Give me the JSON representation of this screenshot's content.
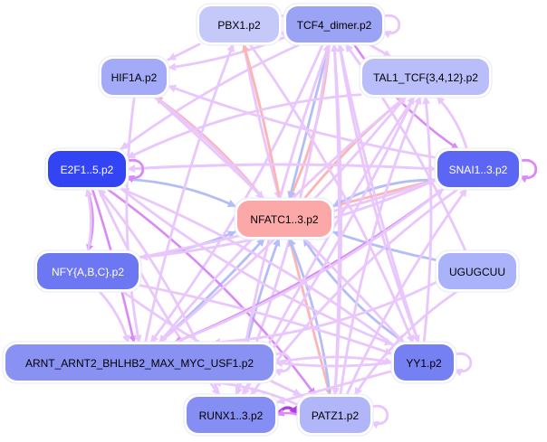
{
  "diagram": {
    "type": "network",
    "colors": {
      "edge_violet": "#e9c6fb",
      "edge_violet_strong": "#d98af5",
      "edge_violet_dark": "#b43ce0",
      "edge_blue": "#b4bef6",
      "edge_red": "#fdb4b4",
      "node_border": "#e7e7f8"
    },
    "nodes": [
      {
        "id": "PBX1",
        "label": "PBX1.p2",
        "fill": "#c4c9fa",
        "text_color": "#000000"
      },
      {
        "id": "TCF4",
        "label": "TCF4_dimer.p2",
        "fill": "#9ba3f4",
        "text_color": "#000000"
      },
      {
        "id": "HIF1A",
        "label": "HIF1A.p2",
        "fill": "#a3aaf7",
        "text_color": "#000000"
      },
      {
        "id": "TAL1",
        "label": "TAL1_TCF{3,4,12}.p2",
        "fill": "#b9befa",
        "text_color": "#000000"
      },
      {
        "id": "E2F",
        "label": "E2F1..5.p2",
        "fill": "#3344f4",
        "text_color": "#ffffff"
      },
      {
        "id": "SNAI",
        "label": "SNAI1..3.p2",
        "fill": "#5b67f4",
        "text_color": "#ffffff"
      },
      {
        "id": "NFATC",
        "label": "NFATC1..3.p2",
        "fill": "#fda8a8",
        "text_color": "#000000"
      },
      {
        "id": "NFY",
        "label": "NFY{A,B,C}.p2",
        "fill": "#6d77f2",
        "text_color": "#ffffff"
      },
      {
        "id": "UGUG",
        "label": "UGUGCUU",
        "fill": "#aab2f9",
        "text_color": "#000000"
      },
      {
        "id": "ARNT",
        "label": "ARNT_ARNT2_BHLHB2_MAX_MYC_USF1.p2",
        "fill": "#8991f3",
        "text_color": "#000000"
      },
      {
        "id": "YY1",
        "label": "YY1.p2",
        "fill": "#7580f2",
        "text_color": "#000000"
      },
      {
        "id": "RUNX",
        "label": "RUNX1..3.p2",
        "fill": "#858ef3",
        "text_color": "#000000"
      },
      {
        "id": "PATZ",
        "label": "PATZ1.p2",
        "fill": "#b0b6f8",
        "text_color": "#000000"
      }
    ],
    "edges": [
      {
        "from": "TCF4",
        "to": "NFATC",
        "color": "edge_red"
      },
      {
        "from": "PBX1",
        "to": "NFATC",
        "color": "edge_violet"
      },
      {
        "from": "TCF4",
        "to": "HIF1A",
        "color": "edge_violet"
      },
      {
        "from": "TCF4",
        "to": "E2F",
        "color": "edge_violet"
      },
      {
        "from": "TCF4",
        "to": "TAL1",
        "color": "edge_violet"
      },
      {
        "from": "TCF4",
        "to": "NFATC",
        "color": "edge_blue"
      },
      {
        "from": "TCF4",
        "to": "ARNT",
        "color": "edge_violet"
      },
      {
        "from": "TCF4",
        "to": "YY1",
        "color": "edge_violet"
      },
      {
        "from": "TCF4",
        "to": "PATZ",
        "color": "edge_violet"
      },
      {
        "from": "TCF4",
        "to": "SNAI",
        "color": "edge_violet_strong"
      },
      {
        "from": "TCF4",
        "to": "RUNX",
        "color": "edge_violet"
      },
      {
        "from": "NFATC",
        "to": "PBX1",
        "color": "edge_red"
      },
      {
        "from": "NFATC",
        "to": "TAL1",
        "color": "edge_red"
      },
      {
        "from": "NFATC",
        "to": "HIF1A",
        "color": "edge_red"
      },
      {
        "from": "NFATC",
        "to": "SNAI",
        "color": "edge_red"
      },
      {
        "from": "NFATC",
        "to": "PATZ",
        "color": "edge_red"
      },
      {
        "from": "E2F",
        "to": "NFATC",
        "color": "edge_blue"
      },
      {
        "from": "NFY",
        "to": "NFATC",
        "color": "edge_blue"
      },
      {
        "from": "UGUG",
        "to": "NFATC",
        "color": "edge_blue"
      },
      {
        "from": "SNAI",
        "to": "NFATC",
        "color": "edge_blue"
      },
      {
        "from": "YY1",
        "to": "NFATC",
        "color": "edge_blue"
      },
      {
        "from": "ARNT",
        "to": "NFATC",
        "color": "edge_blue"
      },
      {
        "from": "RUNX",
        "to": "NFATC",
        "color": "edge_blue"
      },
      {
        "from": "PATZ",
        "to": "NFATC",
        "color": "edge_blue"
      },
      {
        "from": "E2F",
        "to": "SNAI",
        "color": "edge_violet"
      },
      {
        "from": "SNAI",
        "to": "E2F",
        "color": "edge_violet"
      },
      {
        "from": "E2F",
        "to": "NFY",
        "color": "edge_violet_strong"
      },
      {
        "from": "NFY",
        "to": "E2F",
        "color": "edge_violet"
      },
      {
        "from": "E2F",
        "to": "ARNT",
        "color": "edge_violet_strong"
      },
      {
        "from": "E2F",
        "to": "YY1",
        "color": "edge_violet"
      },
      {
        "from": "E2F",
        "to": "PATZ",
        "color": "edge_violet_strong"
      },
      {
        "from": "E2F",
        "to": "RUNX",
        "color": "edge_violet"
      },
      {
        "from": "NFY",
        "to": "ARNT",
        "color": "edge_violet"
      },
      {
        "from": "NFY",
        "to": "PATZ",
        "color": "edge_violet"
      },
      {
        "from": "NFY",
        "to": "YY1",
        "color": "edge_violet"
      },
      {
        "from": "NFY",
        "to": "SNAI",
        "color": "edge_violet"
      },
      {
        "from": "SNAI",
        "to": "ARNT",
        "color": "edge_violet_strong"
      },
      {
        "from": "SNAI",
        "to": "TAL1",
        "color": "edge_violet"
      },
      {
        "from": "SNAI",
        "to": "HIF1A",
        "color": "edge_violet"
      },
      {
        "from": "SNAI",
        "to": "RUNX",
        "color": "edge_violet"
      },
      {
        "from": "SNAI",
        "to": "NFY",
        "color": "edge_violet"
      },
      {
        "from": "YY1",
        "to": "TAL1",
        "color": "edge_violet"
      },
      {
        "from": "YY1",
        "to": "ARNT",
        "color": "edge_violet"
      },
      {
        "from": "YY1",
        "to": "E2F",
        "color": "edge_violet"
      },
      {
        "from": "YY1",
        "to": "TCF4",
        "color": "edge_violet"
      },
      {
        "from": "YY1",
        "to": "RUNX",
        "color": "edge_violet"
      },
      {
        "from": "ARNT",
        "to": "YY1",
        "color": "edge_violet"
      },
      {
        "from": "ARNT",
        "to": "TAL1",
        "color": "edge_violet"
      },
      {
        "from": "ARNT",
        "to": "PBX1",
        "color": "edge_violet"
      },
      {
        "from": "ARNT",
        "to": "SNAI",
        "color": "edge_violet"
      },
      {
        "from": "RUNX",
        "to": "PATZ",
        "color": "edge_violet_dark"
      },
      {
        "from": "PATZ",
        "to": "RUNX",
        "color": "edge_violet_strong"
      },
      {
        "from": "RUNX",
        "to": "TCF4",
        "color": "edge_violet"
      },
      {
        "from": "RUNX",
        "to": "E2F",
        "color": "edge_violet"
      },
      {
        "from": "RUNX",
        "to": "TAL1",
        "color": "edge_violet"
      },
      {
        "from": "PATZ",
        "to": "TCF4",
        "color": "edge_violet"
      },
      {
        "from": "PATZ",
        "to": "TAL1",
        "color": "edge_violet"
      },
      {
        "from": "PATZ",
        "to": "ARNT",
        "color": "edge_violet"
      },
      {
        "from": "PATZ",
        "to": "SNAI",
        "color": "edge_violet"
      },
      {
        "from": "UGUG",
        "to": "PATZ",
        "color": "edge_violet"
      },
      {
        "from": "UGUG",
        "to": "ARNT",
        "color": "edge_violet"
      },
      {
        "from": "UGUG",
        "to": "TCF4",
        "color": "edge_violet"
      },
      {
        "from": "HIF1A",
        "to": "NFATC",
        "color": "edge_violet"
      },
      {
        "from": "HIF1A",
        "to": "ARNT",
        "color": "edge_violet"
      },
      {
        "from": "HIF1A",
        "to": "YY1",
        "color": "edge_violet"
      },
      {
        "from": "PBX1",
        "to": "HIF1A",
        "color": "edge_violet"
      },
      {
        "from": "PBX1",
        "to": "YY1",
        "color": "edge_violet"
      },
      {
        "from": "TAL1",
        "to": "ARNT",
        "color": "edge_violet"
      },
      {
        "from": "TAL1",
        "to": "RUNX",
        "color": "edge_violet"
      },
      {
        "from": "TAL1",
        "to": "E2F",
        "color": "edge_violet"
      }
    ],
    "self_loops": [
      {
        "node": "PBX1",
        "color": "edge_violet"
      },
      {
        "node": "TCF4",
        "color": "edge_violet"
      },
      {
        "node": "E2F",
        "color": "edge_violet_strong"
      },
      {
        "node": "SNAI",
        "color": "edge_violet_strong"
      },
      {
        "node": "ARNT",
        "color": "edge_violet"
      },
      {
        "node": "YY1",
        "color": "edge_violet"
      },
      {
        "node": "PATZ",
        "color": "edge_violet"
      }
    ]
  }
}
